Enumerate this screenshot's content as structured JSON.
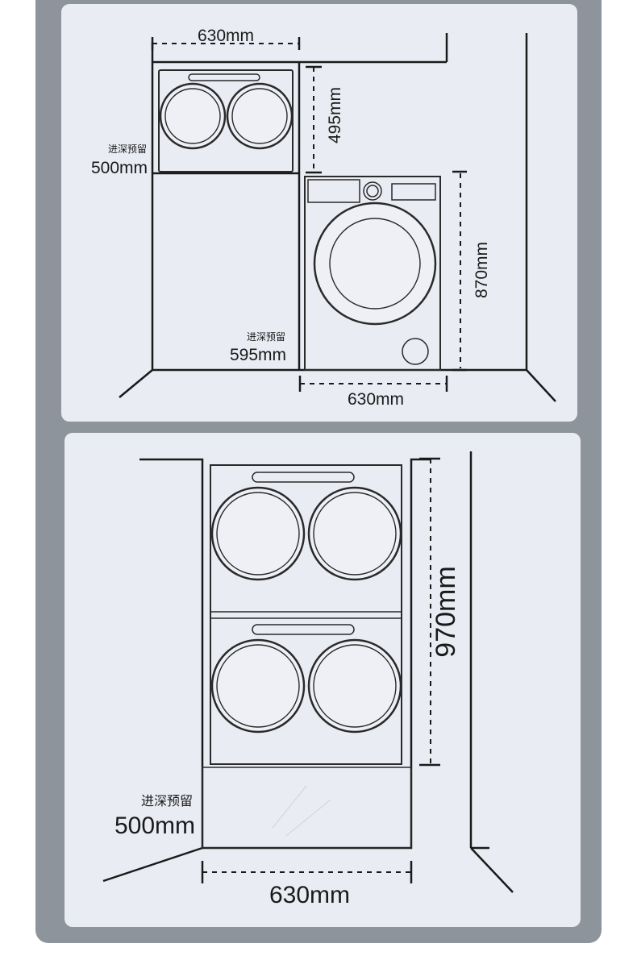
{
  "top_diagram": {
    "dim_top_width": "630mm",
    "dim_dryer_height": "495mm",
    "depth_reserve_upper_label": "进深预留",
    "depth_reserve_upper_value": "500mm",
    "depth_reserve_lower_label": "进深预留",
    "depth_reserve_lower_value": "595mm",
    "dim_washer_height": "870mm",
    "dim_bottom_width": "630mm"
  },
  "bottom_diagram": {
    "dim_height": "970mm",
    "depth_reserve_label": "进深预留",
    "depth_reserve_value": "500mm",
    "dim_width": "630mm"
  }
}
